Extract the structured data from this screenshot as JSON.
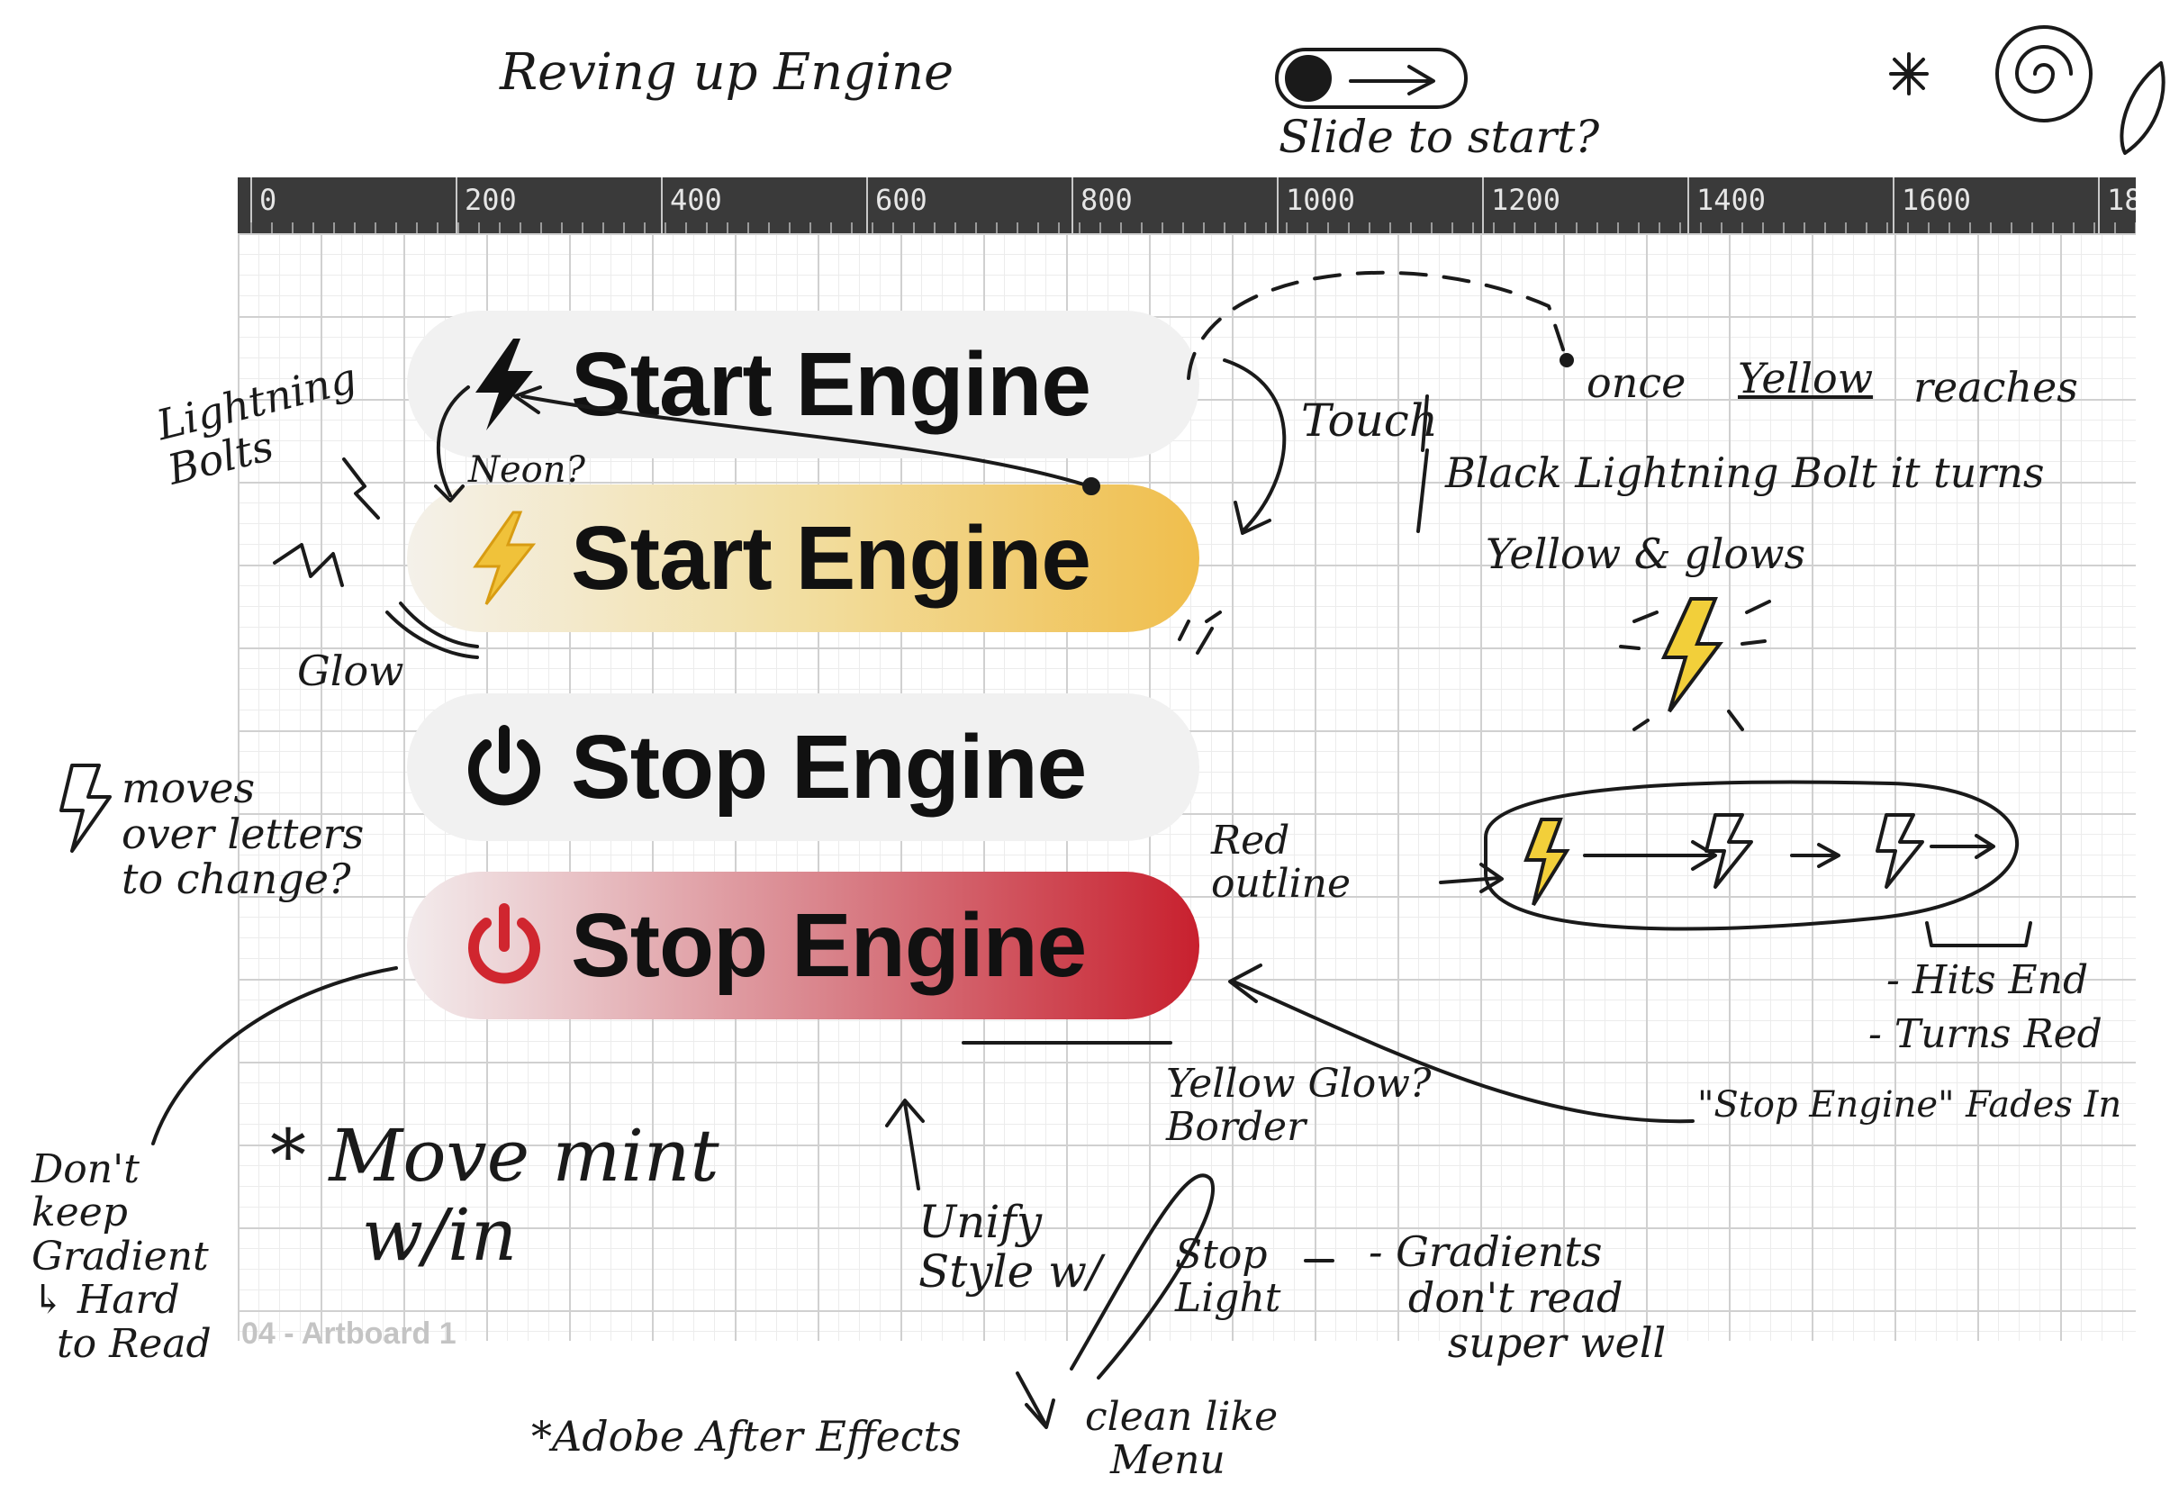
{
  "ruler": {
    "ticks": [
      "0",
      "200",
      "400",
      "600",
      "800",
      "1000",
      "1200",
      "1400",
      "1600",
      "18"
    ]
  },
  "artboard_label": "04 - Artboard 1",
  "buttons": {
    "start_plain": {
      "label": "Start Engine",
      "icon": "lightning-bolt-icon",
      "icon_color": "#111111"
    },
    "start_glow": {
      "label": "Start Engine",
      "icon": "lightning-bolt-icon",
      "icon_color": "#f0c23a",
      "gradient_end": "#f0be4c"
    },
    "stop_plain": {
      "label": "Stop Engine",
      "icon": "power-icon",
      "icon_color": "#111111"
    },
    "stop_red": {
      "label": "Stop Engine",
      "icon": "power-icon",
      "icon_color": "#d0262f",
      "gradient_end": "#c8202e"
    }
  },
  "notes": {
    "title": "Reving up Engine",
    "slide": "Slide to start?",
    "lightning": "Lightning\nBolts",
    "neon": "Neon?",
    "glow": "Glow",
    "moves": "moves\nover letters\nto change?",
    "touch": "Touch",
    "once": "once",
    "yellow_word": "Yellow",
    "reaches": "reaches",
    "black_bolt": "Black Lightning Bolt it turns",
    "yellow_glows": "Yellow & glows",
    "red_outline": "Red\noutline",
    "hits_end": "- Hits End",
    "turns_red": "- Turns Red",
    "stop_fades": "\"Stop Engine\" Fades In",
    "yellow_glow": "Yellow Glow?\nBorder",
    "dont_keep": "Don't\nkeep\nGradient\n↳ Hard\n  to Read",
    "move_mint": "* Move mint\n    w/in",
    "unify": "Unify\nStyle w/",
    "stop_light": "Stop\nLight",
    "gradients": "- Gradients\n   don't read\n      super well",
    "adobe": "*Adobe After Effects",
    "clean": "clean like\n  Menu"
  },
  "colors": {
    "bolt_yellow": "#f2cf3a",
    "stop_red": "#c8202e",
    "ink": "#1a1a1a"
  }
}
